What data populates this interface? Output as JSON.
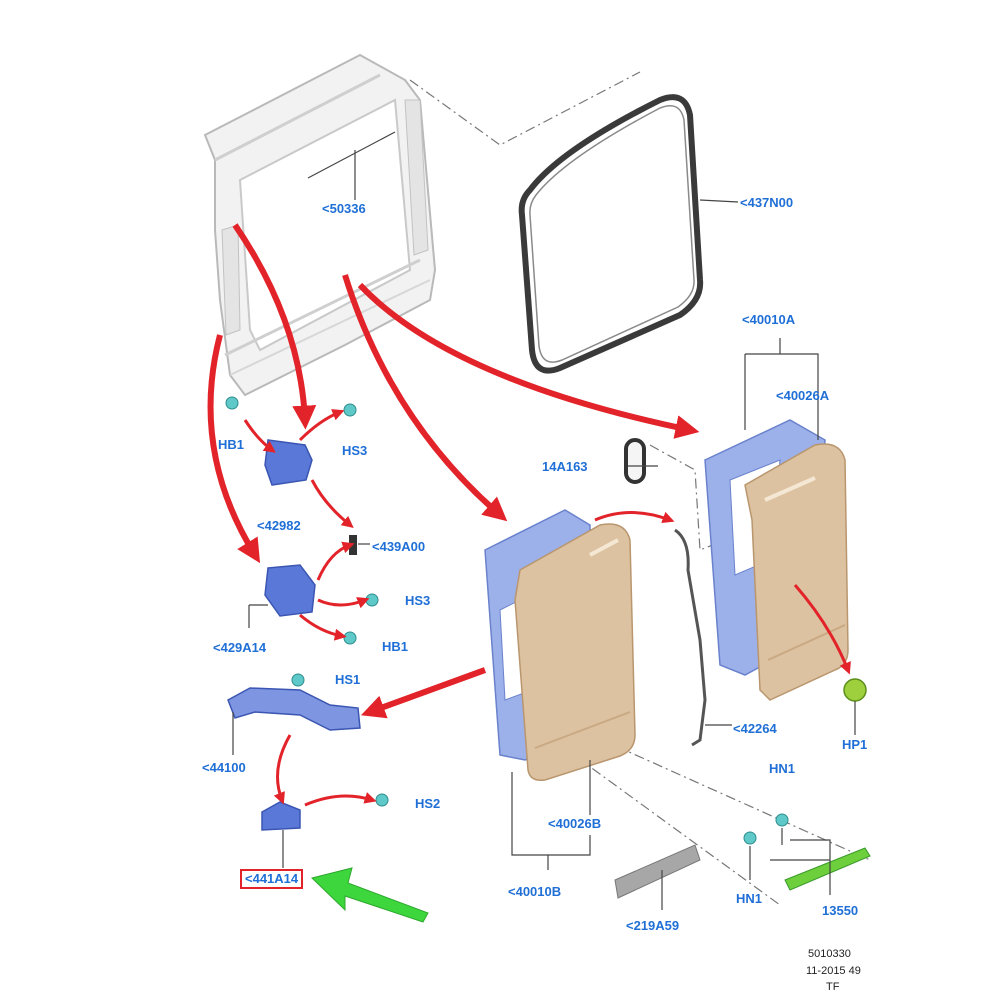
{
  "diagram": {
    "callouts": {
      "c50336": "<50336",
      "c437N00": "<437N00",
      "c40010A": "<40010A",
      "c40026A": "<40026A",
      "c14A163": "14A163",
      "cHB1a": "HB1",
      "cHS3a": "HS3",
      "c42982": "<42982",
      "c439A00": "<439A00",
      "cHS3b": "HS3",
      "c429A14": "<429A14",
      "cHB1b": "HB1",
      "cHS1": "HS1",
      "c44100": "<44100",
      "c42264": "<42264",
      "cHP1": "HP1",
      "cHS2": "HS2",
      "c40026B": "<40026B",
      "cHN1a": "HN1",
      "c441A14": "<441A14",
      "c40010B": "<40010B",
      "cHN1b": "HN1",
      "c13550": "13550",
      "c219A59": "<219A59"
    },
    "highlighted_part": "<441A14",
    "colors": {
      "label": "#1f6fd6",
      "arrow": "#e3232a",
      "highlight_box": "#e3232a",
      "pointer_arrow": "#3dd63d",
      "panel": "#dcc2a0",
      "inner_frame": "#9cb0ea",
      "bracket": "#5a78d8",
      "fastener": "#5fc8c8"
    }
  },
  "footer": {
    "illustration_number": "5010330",
    "date_code": "11-2015 49",
    "suffix": "TF"
  }
}
